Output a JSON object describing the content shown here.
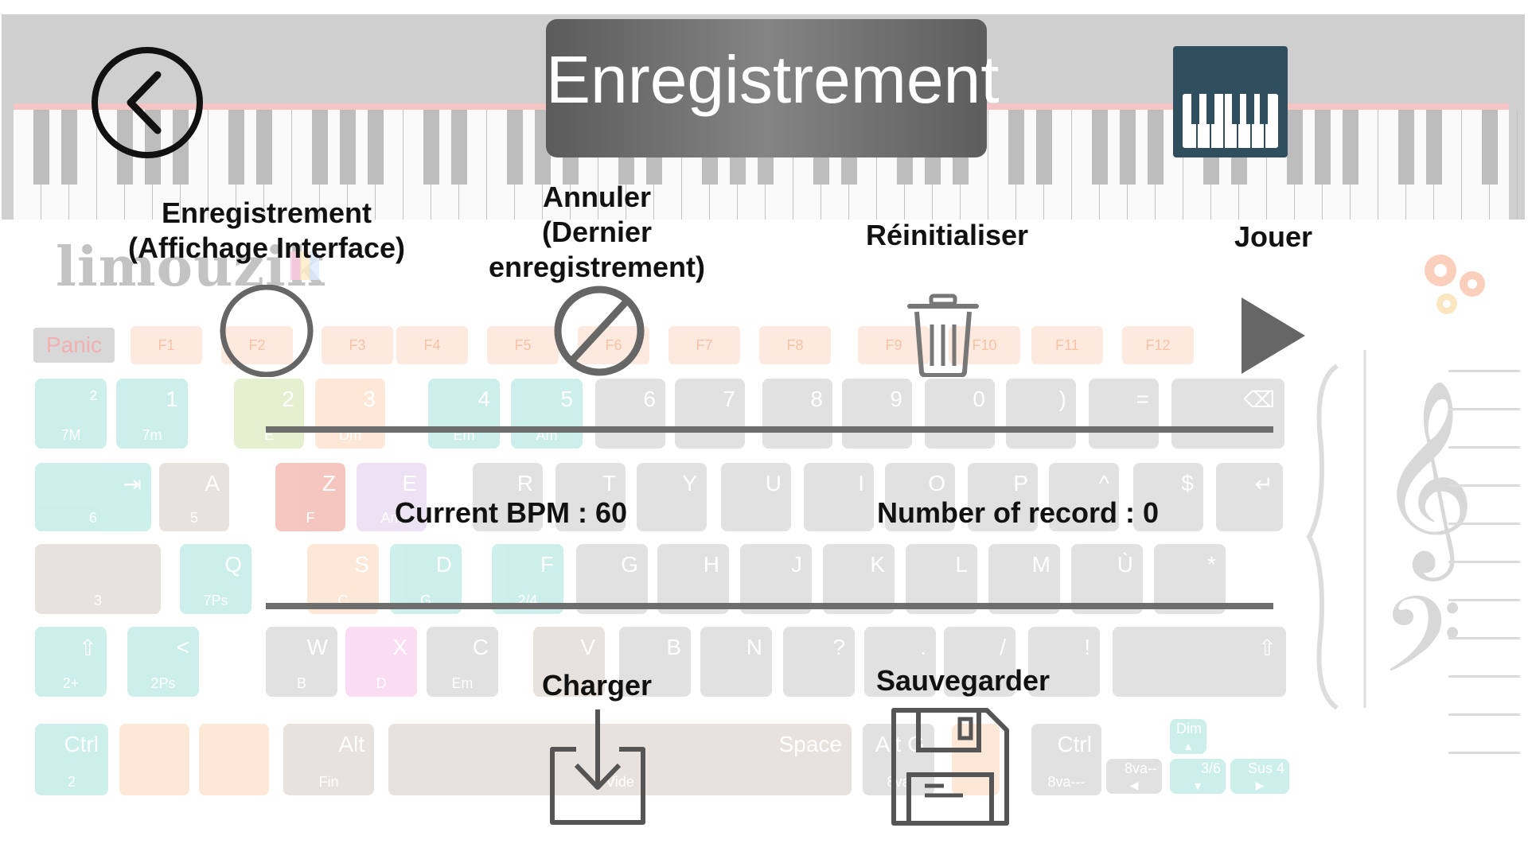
{
  "header": {
    "title": "Enregistrement",
    "back_icon": "back-arrow-icon",
    "piano_icon": "piano-keyboard-icon"
  },
  "background": {
    "logo_text": "limouzik",
    "panic_label": "Panic",
    "fkeys": [
      "F1",
      "F2",
      "F3",
      "F4",
      "F5",
      "F6",
      "F7",
      "F8",
      "F9",
      "F10",
      "F11",
      "F12"
    ],
    "rows": {
      "r1": [
        {
          "main": "²",
          "sub": "7M"
        },
        {
          "main": "1",
          "sub": "7m"
        },
        {
          "main": "2",
          "sub": "E"
        },
        {
          "main": "3",
          "sub": "Dm"
        },
        {
          "main": "4",
          "sub": "Em"
        },
        {
          "main": "5",
          "sub": "Am"
        },
        {
          "main": "6",
          "sub": ""
        },
        {
          "main": "7",
          "sub": ""
        },
        {
          "main": "8",
          "sub": ""
        },
        {
          "main": "9",
          "sub": ""
        },
        {
          "main": "0",
          "sub": ""
        },
        {
          "main": ")",
          "sub": ""
        },
        {
          "main": "=",
          "sub": ""
        },
        {
          "main": "⌫",
          "sub": ""
        }
      ],
      "r2": [
        {
          "main": "⇥",
          "sub": "6"
        },
        {
          "main": "A",
          "sub": "5"
        },
        {
          "main": "Z",
          "sub": "F"
        },
        {
          "main": "E",
          "sub": "Am"
        },
        {
          "main": "R",
          "sub": ""
        },
        {
          "main": "T",
          "sub": ""
        },
        {
          "main": "Y",
          "sub": ""
        },
        {
          "main": "U",
          "sub": ""
        },
        {
          "main": "I",
          "sub": ""
        },
        {
          "main": "O",
          "sub": ""
        },
        {
          "main": "P",
          "sub": ""
        },
        {
          "main": "^",
          "sub": ""
        },
        {
          "main": "$",
          "sub": ""
        },
        {
          "main": "↵",
          "sub": ""
        }
      ],
      "r3": [
        {
          "main": "",
          "sub": "3"
        },
        {
          "main": "Q",
          "sub": "7Ps"
        },
        {
          "main": "S",
          "sub": "C"
        },
        {
          "main": "D",
          "sub": "G"
        },
        {
          "main": "F",
          "sub": "2/4"
        },
        {
          "main": "G",
          "sub": ""
        },
        {
          "main": "H",
          "sub": ""
        },
        {
          "main": "J",
          "sub": ""
        },
        {
          "main": "K",
          "sub": ""
        },
        {
          "main": "L",
          "sub": ""
        },
        {
          "main": "M",
          "sub": ""
        },
        {
          "main": "Ù",
          "sub": ""
        },
        {
          "main": "*",
          "sub": ""
        }
      ],
      "r4": [
        {
          "main": "⇧",
          "sub": "2+"
        },
        {
          "main": "<",
          "sub": "2Ps"
        },
        {
          "main": "W",
          "sub": "B"
        },
        {
          "main": "X",
          "sub": "D"
        },
        {
          "main": "C",
          "sub": "Em"
        },
        {
          "main": "V",
          "sub": ""
        },
        {
          "main": "B",
          "sub": ""
        },
        {
          "main": "N",
          "sub": ""
        },
        {
          "main": "?",
          "sub": ""
        },
        {
          "main": ".",
          "sub": ""
        },
        {
          "main": "/",
          "sub": ""
        },
        {
          "main": "!",
          "sub": ""
        },
        {
          "main": "⇧",
          "sub": ""
        }
      ],
      "r5": [
        {
          "main": "Ctrl",
          "sub": "2"
        },
        {
          "main": "",
          "sub": ""
        },
        {
          "main": "",
          "sub": ""
        },
        {
          "main": "Alt",
          "sub": "Fin"
        },
        {
          "main": "Space",
          "sub": "Vide"
        },
        {
          "main": "Alt G",
          "sub": "8va"
        },
        {
          "main": "",
          "sub": ""
        },
        {
          "main": "Ctrl",
          "sub": "8va---"
        },
        {
          "main": "8va--",
          "sub": "◀"
        },
        {
          "main": "3/6",
          "sub": "▼"
        },
        {
          "main": "Sus 4",
          "sub": "▶"
        },
        {
          "main": "Dim",
          "sub": "▲"
        }
      ]
    }
  },
  "actions": {
    "record_label": "Enregistrement\n(Affichage Interface)",
    "undo_label": "Annuler\n(Dernier\nenregistrement)",
    "reset_label": "Réinitialiser",
    "play_label": "Jouer",
    "load_label": "Charger",
    "save_label": "Sauvegarder"
  },
  "status": {
    "bpm_text": "Current BPM : 60",
    "records_text": "Number of record : 0"
  },
  "colors": {
    "teal": "#c4ede8",
    "gray_key": "#dcdcdc",
    "orange": "#fde3cf",
    "green": "#e2edc7",
    "red": "#f4bdb4",
    "purple": "#eadcf2",
    "pink": "#fad6f1",
    "brown_gray": "#e4ddd9",
    "title_box": "#6e6e6e",
    "piano_icon_bg": "#2f4f5f",
    "play_triangle": "#666666",
    "bar": "#6d6d6d"
  }
}
